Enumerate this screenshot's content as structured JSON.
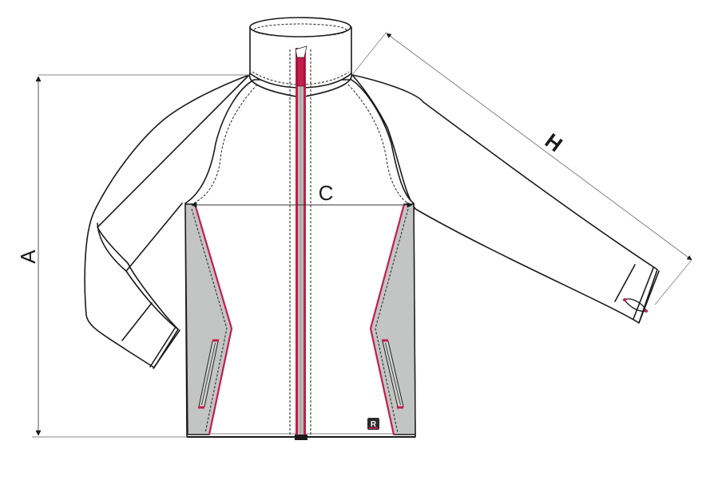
{
  "diagram": {
    "type": "garment technical flat sketch",
    "subject": "zip-up jacket with raglan sleeves, stand collar, side panels and zip pockets",
    "colors": {
      "outline": "#1a1a1a",
      "side_panel": "#c3c4c4",
      "accent_trim": "#c41e4a",
      "zipper_tape": "#b9bbbb",
      "dimension_line": "#8a8a8a",
      "background": "#ffffff"
    },
    "measurements": [
      {
        "label": "A",
        "description": "body length (shoulder to hem)",
        "orientation": "vertical",
        "position": "left"
      },
      {
        "label": "C",
        "description": "chest width (underarm to underarm)",
        "orientation": "horizontal",
        "position": "chest"
      },
      {
        "label": "H",
        "description": "sleeve length (neck to cuff)",
        "orientation": "diagonal",
        "position": "right sleeve"
      }
    ],
    "logo_badge": {
      "letter": "R",
      "bar_color": "#c41e4a"
    }
  }
}
